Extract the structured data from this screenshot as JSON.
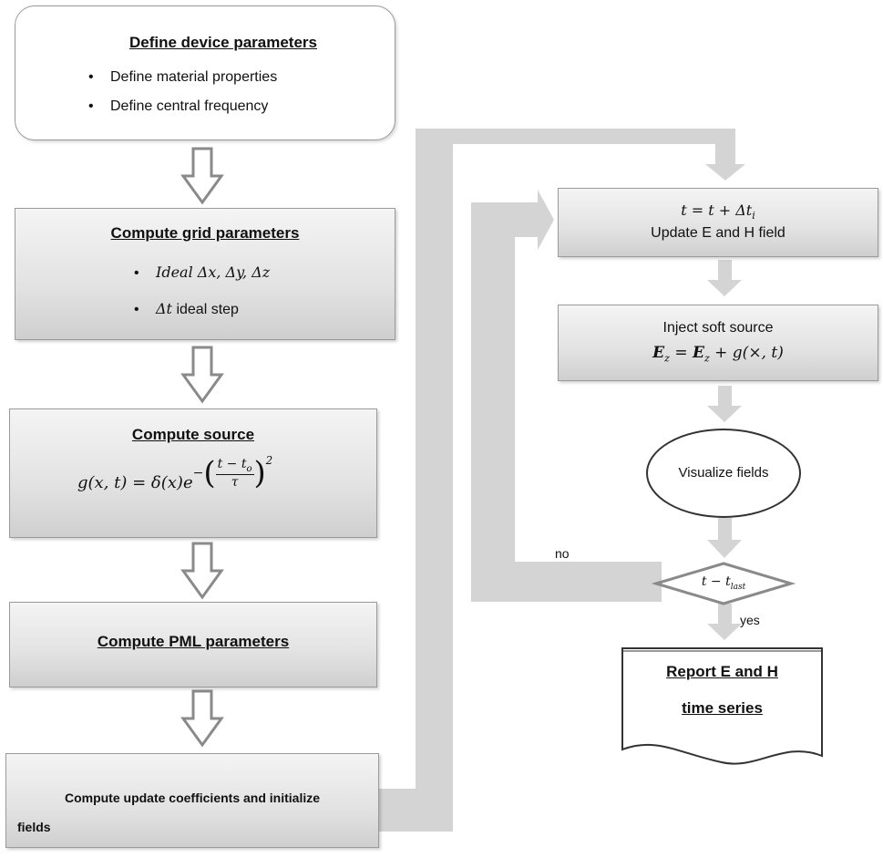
{
  "define": {
    "title": "Define device parameters",
    "bullets": [
      "Define material properties",
      "Define central frequency"
    ]
  },
  "grid": {
    "title": "Compute grid parameters",
    "bullet1_math": "Ideal Δx, Δy, Δz",
    "bullet2_math": "Δt",
    "bullet2_text": "ideal step"
  },
  "source": {
    "title": "Compute source",
    "lhs": "g(x, t) = δ(x)e",
    "exp_prefix": "−",
    "numerator": "t − t",
    "numerator_sub": "o",
    "denominator": "τ",
    "power": "2"
  },
  "pml": {
    "title": "Compute PML parameters"
  },
  "update_coeff": {
    "line1": "Compute update coefficients  and initialize",
    "line2": "fields"
  },
  "timestep": {
    "math": "t = t + Δt",
    "math_sub": "i",
    "text": "Update E  and H  field"
  },
  "inject": {
    "title": "Inject soft source",
    "math_lhs": "E",
    "math_lhs_sub": "z",
    "math_mid": " = ",
    "math_rhs": "E",
    "math_rhs_sub": "z",
    "math_tail": " + g(×, t)"
  },
  "visualize": {
    "label": "Visualize fields"
  },
  "decision": {
    "math": "t − t",
    "math_sub": "last",
    "no_label": "no",
    "yes_label": "yes"
  },
  "report": {
    "line1": "Report E and H",
    "line2": "time series"
  },
  "colors": {
    "arrow_fill": "#d4d4d4",
    "outline_arrow": "#8a8a8a",
    "box_border": "#9a9a9a"
  }
}
